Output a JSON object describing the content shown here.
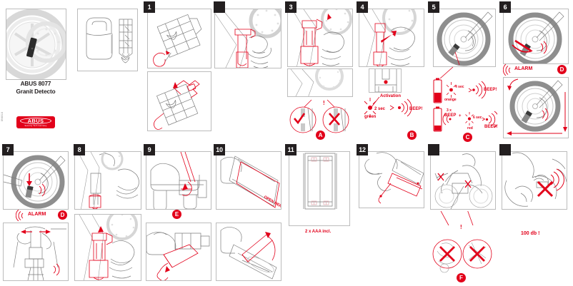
{
  "document": {
    "brand": "ABUS",
    "brand_tagline": "Security Tech Germany",
    "product_code": "ABUS 8077",
    "product_name": "Granit Detecto",
    "side_code": "894818",
    "accent_color": "#e2001a",
    "tab_color": "#231f20"
  },
  "panels": [
    {
      "id": "product-hero",
      "tab": "",
      "annotations": []
    },
    {
      "id": "contents",
      "tab": "",
      "annotations": []
    },
    {
      "id": "step-1",
      "tab": "1",
      "annotations": []
    },
    {
      "id": "step-2",
      "tab": "",
      "annotations": []
    },
    {
      "id": "step-3",
      "tab": "3",
      "annotations": [
        {
          "type": "warning",
          "text": "!"
        },
        {
          "type": "badge",
          "text": "A"
        }
      ]
    },
    {
      "id": "step-4",
      "tab": "4",
      "annotations": [
        {
          "type": "label",
          "text": "Activation"
        },
        {
          "type": "label",
          "text": "2 sec"
        },
        {
          "type": "label",
          "text": "BEEP!"
        },
        {
          "type": "label",
          "text": "green"
        },
        {
          "type": "badge",
          "text": "B"
        }
      ]
    },
    {
      "id": "step-5",
      "tab": "5",
      "annotations": [
        {
          "type": "label",
          "text": "4 sec"
        },
        {
          "type": "label",
          "text": "orange"
        },
        {
          "type": "label",
          "text": "BEEP!"
        },
        {
          "type": "label",
          "text": "3 x"
        },
        {
          "type": "label",
          "text": "BEEP"
        },
        {
          "type": "label",
          "text": "+"
        },
        {
          "type": "label",
          "text": "6 sec"
        },
        {
          "type": "label",
          "text": "red"
        },
        {
          "type": "label",
          "text": "BEEP!"
        },
        {
          "type": "badge",
          "text": "C"
        }
      ]
    },
    {
      "id": "step-6",
      "tab": "6",
      "annotations": [
        {
          "type": "label",
          "text": "ALARM"
        },
        {
          "type": "badge",
          "text": "D"
        }
      ]
    },
    {
      "id": "step-7",
      "tab": "7",
      "annotations": [
        {
          "type": "label",
          "text": "ALARM"
        },
        {
          "type": "badge",
          "text": "D"
        }
      ]
    },
    {
      "id": "step-8",
      "tab": "8",
      "annotations": []
    },
    {
      "id": "step-9",
      "tab": "9",
      "annotations": [
        {
          "type": "badge",
          "text": "E"
        }
      ]
    },
    {
      "id": "step-10",
      "tab": "10",
      "annotations": [
        {
          "type": "label",
          "text": "OPEN HERE"
        }
      ]
    },
    {
      "id": "step-11",
      "tab": "11",
      "annotations": [
        {
          "type": "label",
          "text": "2 x AAA incl."
        }
      ]
    },
    {
      "id": "step-12",
      "tab": "12",
      "annotations": []
    },
    {
      "id": "step-warning-f",
      "tab": "",
      "annotations": [
        {
          "type": "warning",
          "text": "!"
        },
        {
          "type": "badge",
          "text": "F"
        }
      ]
    },
    {
      "id": "step-loudness",
      "tab": "",
      "annotations": [
        {
          "type": "label",
          "text": "100 db !"
        }
      ]
    }
  ],
  "labels": {
    "activation": "Activation",
    "two_sec": "2 sec",
    "four_sec": "4 sec",
    "six_sec": "6 sec",
    "three_x": "3 x",
    "plus": "+",
    "beep": "BEEP!",
    "beep_plain": "BEEP",
    "green": "green",
    "orange": "orange",
    "red": "red",
    "alarm": "ALARM",
    "open_here": "OPEN HERE",
    "batteries": "2 x AAA incl.",
    "loudness": "100 db !",
    "exclaim": "!"
  },
  "badges": {
    "a": "A",
    "b": "B",
    "c": "C",
    "d": "D",
    "e": "E",
    "f": "F"
  },
  "tabs": {
    "n1": "1",
    "n3": "3",
    "n4": "4",
    "n5": "5",
    "n6": "6",
    "n7": "7",
    "n8": "8",
    "n9": "9",
    "n10": "10",
    "n11": "11",
    "n12": "12",
    "blank": ""
  }
}
